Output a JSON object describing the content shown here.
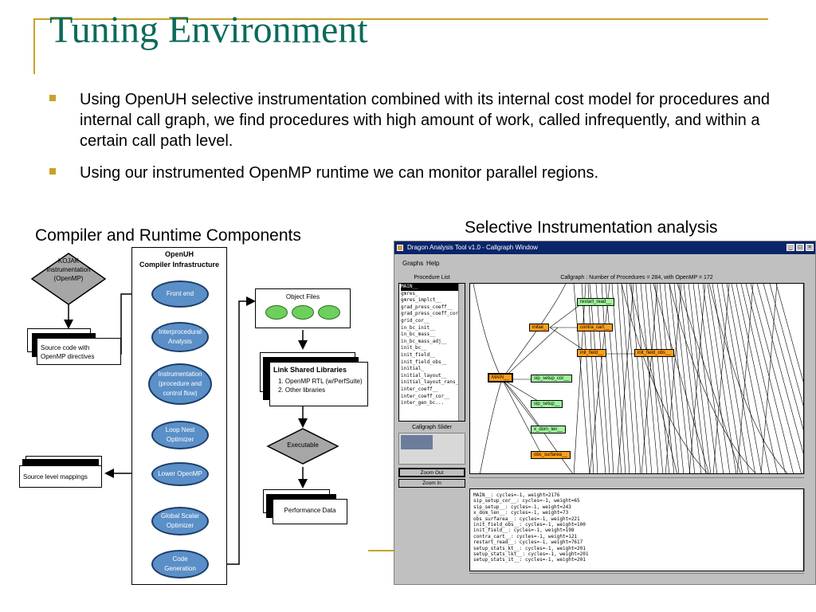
{
  "slide": {
    "title": "Tuning Environment",
    "bullets": [
      "Using OpenUH selective instrumentation combined with its internal cost model for procedures and internal call graph, we find procedures with high amount of work, called infrequently, and within a certain call path level.",
      "Using our instrumented OpenMP runtime we can monitor parallel regions."
    ],
    "captions": {
      "left": "Compiler and Runtime Components",
      "right": "Selective Instrumentation analysis"
    }
  },
  "diagram": {
    "kojak": [
      "KOJAK",
      "Instrumentation",
      "(OpenMP)"
    ],
    "source_code": [
      "Source code with",
      "OpenMP directives"
    ],
    "infra_title": [
      "OpenUH",
      "Compiler Infrastructure"
    ],
    "stages": [
      [
        "Front end"
      ],
      [
        "Interprocedural",
        "Analysis"
      ],
      [
        "Instrumentation",
        "(procedure and",
        "control flow)"
      ],
      [
        "Loop Nest",
        "Optimizer"
      ],
      [
        "Lower OpenMP"
      ],
      [
        "Global Scalar",
        "Optimizer"
      ],
      [
        "Code",
        "Generation"
      ]
    ],
    "source_mappings": "Source level mappings",
    "object_files": "Object Files",
    "link_title": "Link Shared Libraries",
    "link_items": [
      "1. OpenMP RTL (w/PerfSuite)",
      "2. Other libraries"
    ],
    "executable": "Executable",
    "performance_data": "Performance Data"
  },
  "window": {
    "title": "Dragon Analysis Tool v1.0 - Callgraph Window",
    "controls": [
      "_",
      "□",
      "×"
    ],
    "menu": [
      "Graphs",
      "Help"
    ],
    "procedure_list_header": "Procedure List",
    "callgraph_header": "Callgraph : Number of Procedures = 284, with OpenMP = 172",
    "procedures": [
      "MAIN__",
      "gmres_",
      "gmres_implct__",
      "grad_press_coeff__",
      "grad_press_coeff_cor...",
      "grid_cor__",
      "in_bc_init__",
      "in_bc_mass__",
      "in_bc_mass_adj__",
      "init_bc__",
      "init_field__",
      "init_field_obs__",
      "initial_",
      "initial_layout__",
      "initial_layout_rans_i...",
      "inter_coeff__",
      "inter_coeff_cor__",
      "inter_gen_bc..."
    ],
    "slider_label": "Callgraph Slider",
    "zoom_out": "Zoom Out",
    "zoom_in": "Zoom In",
    "nodes": {
      "main": "MAIN__",
      "initial": "initial_",
      "restart": "restart_read__",
      "contra": "contra_cart__",
      "init_field": "init_field__",
      "init_field_obs": "init_field_obs__",
      "sip_cor": "sip_setup_cor__",
      "sip_setup": "sip_setup__",
      "x_dom": "x_dom_len__",
      "obs": "obs_surfarea__"
    },
    "info_lines": [
      "MAIN__: cycles=-1, weight=2176",
      "sip_setup_cor__: cycles=-1, weight=65",
      "sip_setup__: cycles=-1, weight=243",
      "x_dom_len__: cycles=-1, weight=73",
      "obs_surfarea__: cycles=-1, weight=221",
      "init_field_obs__: cycles=-1, weight=100",
      "init_field__: cycles=-1, weight=198",
      "contra_cart__: cycles=-1, weight=121",
      "restart_read__: cycles=-1, weight=7617",
      "setup_stats_kt__: cycles=-1, weight=201",
      "setup_stats_lkt__: cycles=-1, weight=201",
      "setup_stats_it__: cycles=-1, weight=201"
    ]
  },
  "colors": {
    "title": "#0b6b5b",
    "accent_gold": "#c9a227",
    "stage_fill": "#5b8fc7",
    "node_orange": "#ff9f1c",
    "node_green": "#9df59b",
    "titlebar": "#0a246a"
  }
}
